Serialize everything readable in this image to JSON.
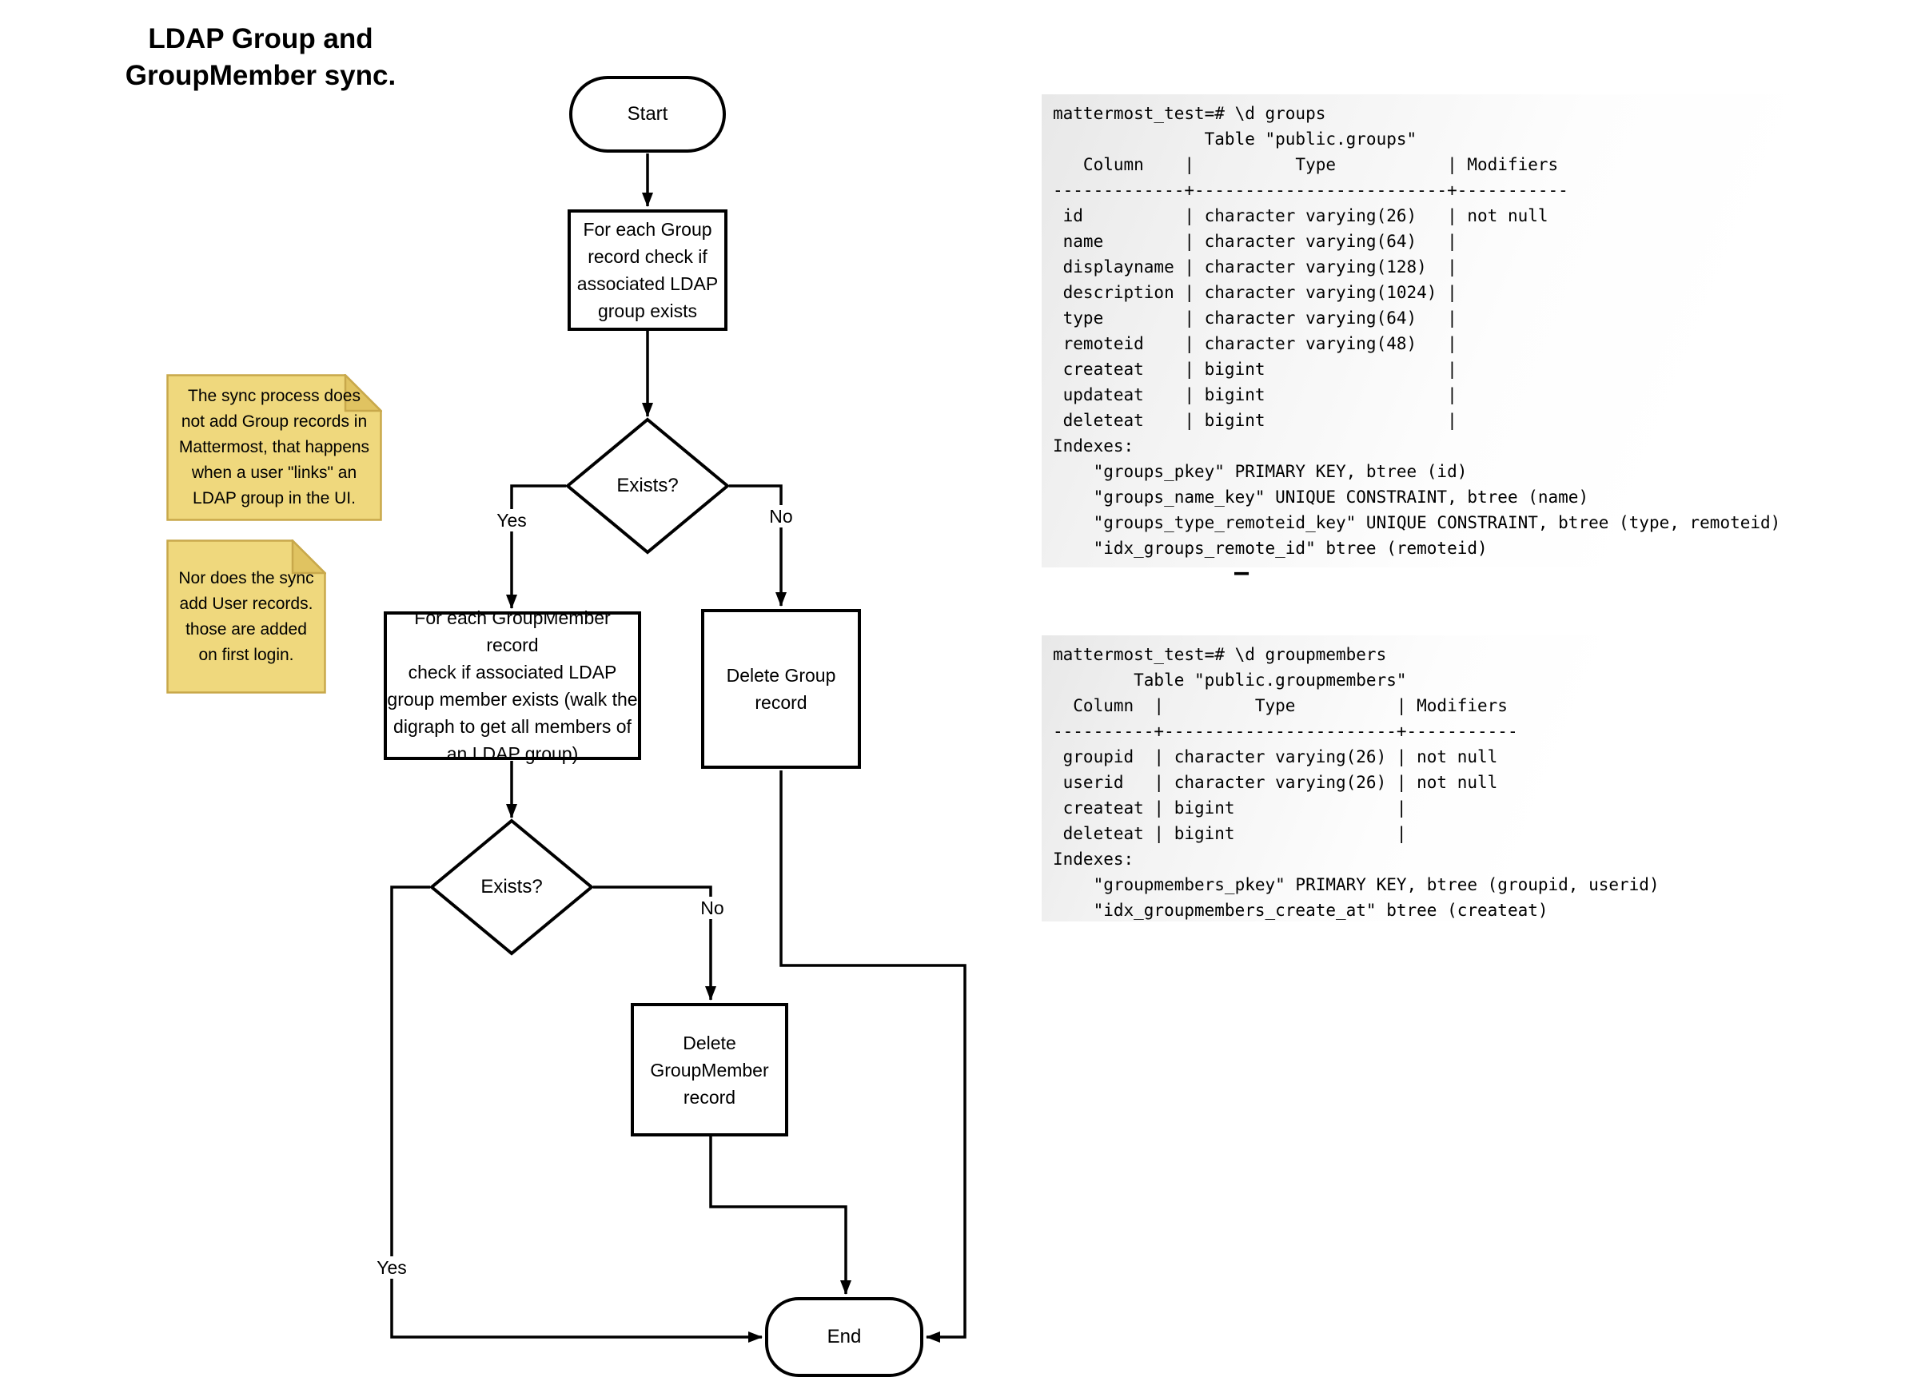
{
  "title": "LDAP Group and\nGroupMember sync.",
  "flowchart": {
    "start": "Start",
    "check_group": "For each Group\nrecord check if\nassociated LDAP\ngroup exists",
    "exists1": "Exists?",
    "yes1": "Yes",
    "no1": "No",
    "check_groupmember": "For each GroupMember record\ncheck if associated LDAP\ngroup member exists (walk the\ndigraph to get all members of\nan LDAP group)",
    "delete_group": "Delete Group\nrecord",
    "exists2": "Exists?",
    "yes2": "Yes",
    "no2": "No",
    "delete_groupmember": "Delete\nGroupMember\nrecord",
    "end": "End"
  },
  "notes": {
    "note1": "The sync process does\nnot add Group records in\nMattermost, that happens\nwhen a user \"links\" an\nLDAP group in the UI.",
    "note2": "Nor does the sync\nadd User records.\nthose are added\non first login."
  },
  "terminal_groups": {
    "lines": [
      "mattermost_test=# \\d groups",
      "               Table \"public.groups\"",
      "   Column    |          Type           | Modifiers",
      "-------------+-------------------------+-----------",
      " id          | character varying(26)   | not null",
      " name        | character varying(64)   |",
      " displayname | character varying(128)  |",
      " description | character varying(1024) |",
      " type        | character varying(64)   |",
      " remoteid    | character varying(48)   |",
      " createat    | bigint                  |",
      " updateat    | bigint                  |",
      " deleteat    | bigint                  |",
      "Indexes:",
      "    \"groups_pkey\" PRIMARY KEY, btree (id)",
      "    \"groups_name_key\" UNIQUE CONSTRAINT, btree (name)",
      "    \"groups_type_remoteid_key\" UNIQUE CONSTRAINT, btree (type, remoteid)",
      "    \"idx_groups_remote_id\" btree (remoteid)"
    ],
    "cursor": "–"
  },
  "terminal_groupmembers": {
    "lines": [
      "mattermost_test=# \\d groupmembers",
      "        Table \"public.groupmembers\"",
      "  Column  |         Type          | Modifiers",
      "----------+-----------------------+-----------",
      " groupid  | character varying(26) | not null",
      " userid   | character varying(26) | not null",
      " createat | bigint                |",
      " deleteat | bigint                |",
      "Indexes:",
      "    \"groupmembers_pkey\" PRIMARY KEY, btree (groupid, userid)",
      "    \"idx_groupmembers_create_at\" btree (createat)"
    ]
  },
  "colors": {
    "canvas_bg": "#FFFFFF",
    "line": "#000000",
    "text": "#000000",
    "note_fill": "#EFD87D",
    "note_border": "#C8A84B",
    "note_fold": "#E0C361",
    "terminal_bg_left": "#E8E8E8",
    "terminal_bg_right": "#FFFFFF"
  }
}
